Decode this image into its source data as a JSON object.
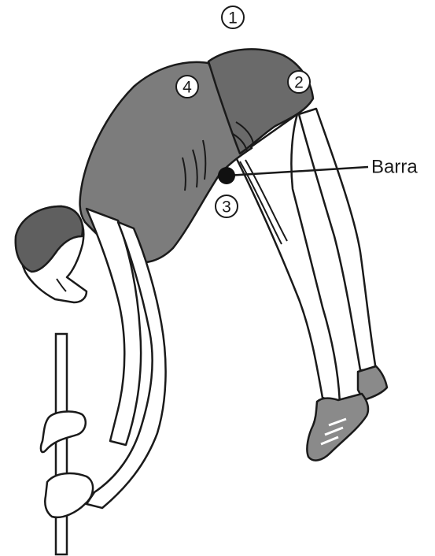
{
  "colors": {
    "background": "#ffffff",
    "outline": "#1a1a1a",
    "suit": "#7c7c7c",
    "hair": "#5f5f5f",
    "skin": "#ffffff",
    "bar_dot": "#111111",
    "shoe": "#8a8a8a"
  },
  "markers": [
    {
      "id": "marker-1",
      "label": "1"
    },
    {
      "id": "marker-2",
      "label": "2"
    },
    {
      "id": "marker-3",
      "label": "3"
    },
    {
      "id": "marker-4",
      "label": "4"
    }
  ],
  "bar": {
    "label": "Barra"
  },
  "icons": {
    "athlete": "athlete-figure",
    "pole": "vaulting-pole",
    "bar": "crossbar-dot"
  }
}
